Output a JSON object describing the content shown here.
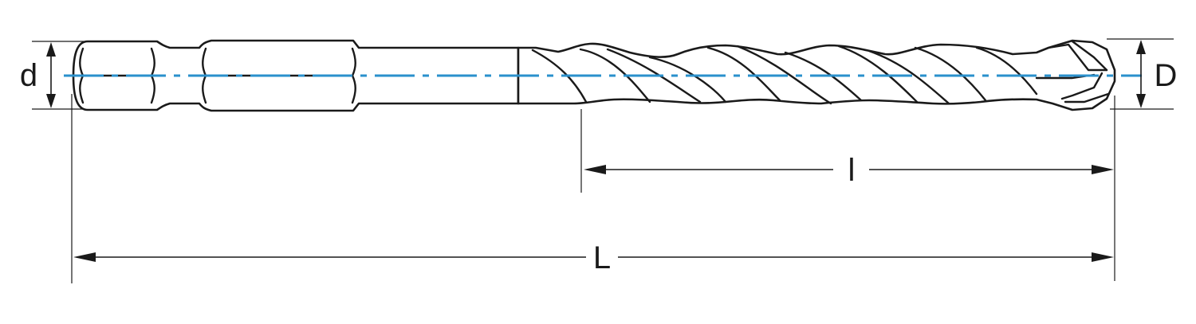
{
  "labels": {
    "shank_diameter": "d",
    "drill_diameter": "D",
    "flute_length": "l",
    "total_length": "L"
  },
  "colors": {
    "axis": "#2a90cc",
    "line": "#1a1a1a",
    "background": "#ffffff"
  }
}
